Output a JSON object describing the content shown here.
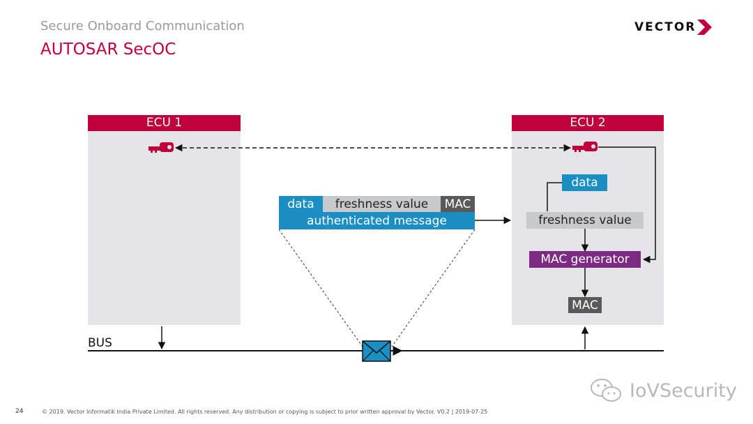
{
  "header": {
    "subtitle": "Secure Onboard Communication",
    "title": "AUTOSAR SecOC",
    "logo_text": "VECTOR"
  },
  "diagram": {
    "ecu1_label": "ECU 1",
    "ecu2_label": "ECU 2",
    "message": {
      "data_label": "data",
      "freshness_label": "freshness value",
      "mac_label": "MAC",
      "authenticated_label": "authenticated message"
    },
    "ecu2": {
      "data_label": "data",
      "freshness_label": "freshness value",
      "mac_generator_label": "MAC generator",
      "mac_label": "MAC"
    },
    "bus_label": "BUS"
  },
  "footer": {
    "page_number": "24",
    "copyright": "© 2019. Vector Informatik India Private Limited. All rights reserved. Any distribution or copying is subject to prior written approval by Vector. V0.2 | 2019-07-25"
  },
  "watermark": {
    "text": "IoVSecurity"
  },
  "colors": {
    "accent_red": "#c0003c",
    "blue": "#1b8ec3",
    "purple": "#7d2a82",
    "dark_gray": "#595959",
    "light_gray": "#c8c9cc",
    "ecu_bg": "#e5e5e7"
  }
}
